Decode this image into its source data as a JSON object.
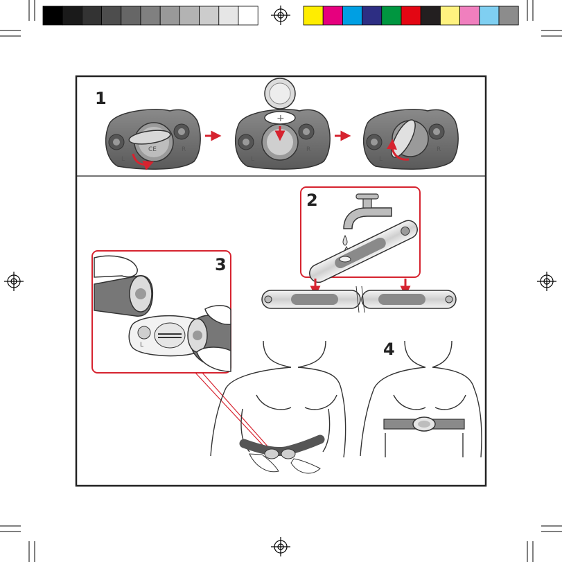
{
  "steps": {
    "one": "1",
    "two": "2",
    "three": "3",
    "four": "4"
  },
  "markings": {
    "plus_sign": "+",
    "ce_mark": "CE",
    "left_letter": "L",
    "right_letter": "R"
  },
  "calibration": {
    "gray_swatches": [
      "#000000",
      "#1a1a1a",
      "#333333",
      "#4d4d4d",
      "#666666",
      "#808080",
      "#999999",
      "#b3b3b3",
      "#cccccc",
      "#e6e6e6",
      "#ffffff"
    ],
    "color_swatches": [
      "#ffed00",
      "#e6007e",
      "#009fe3",
      "#2d2e83",
      "#009640",
      "#e30613",
      "#231f20",
      "#fff27f",
      "#f07fbe",
      "#7fcff1",
      "#8c8c8c"
    ]
  },
  "colors": {
    "accent_red": "#d6232f",
    "frame": "#222222",
    "device_body": "#6f6f6f",
    "strap": "#8a8a8a"
  }
}
